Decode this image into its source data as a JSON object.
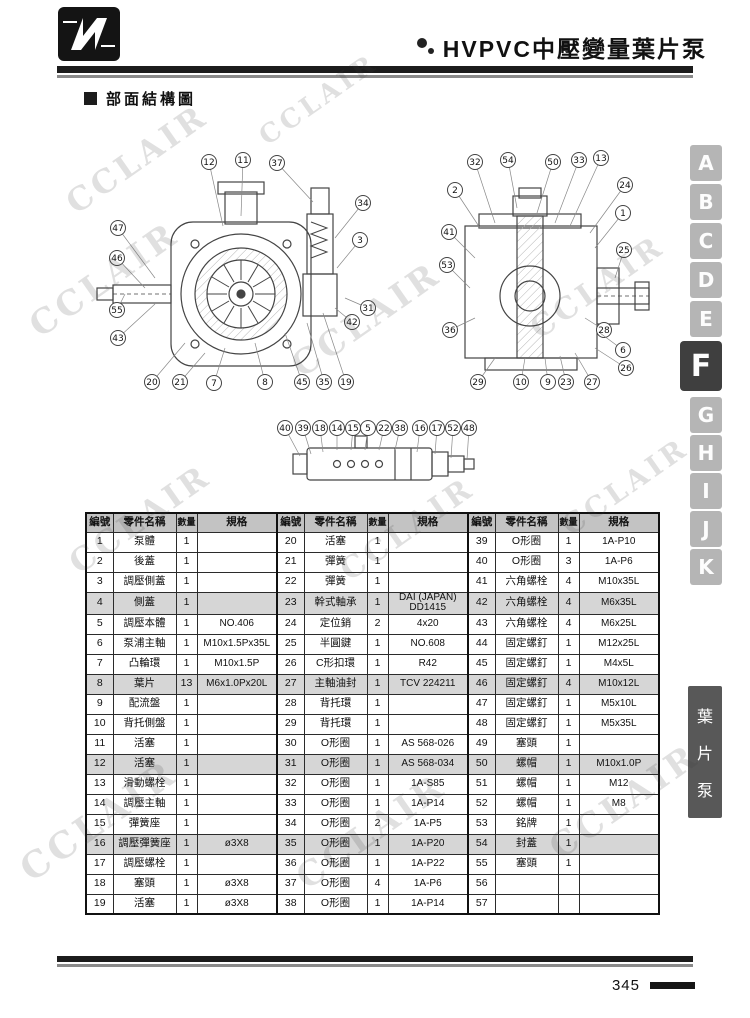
{
  "header": {
    "logo_text": "N",
    "title": "HVPVC中壓變量葉片泵",
    "section_title": "部面結構圖"
  },
  "watermark": {
    "text": "CCLAIR"
  },
  "side_tabs": {
    "letters": [
      "A",
      "B",
      "C",
      "D",
      "E",
      "F",
      "G",
      "H",
      "I",
      "J",
      "K"
    ],
    "active": "F",
    "product_label": "葉片泵"
  },
  "footer": {
    "page_number": "345"
  },
  "diagrams": {
    "front_view_callouts": [
      "12",
      "11",
      "37",
      "34",
      "3",
      "47",
      "46",
      "55",
      "43",
      "42",
      "31",
      "20",
      "21",
      "7",
      "8",
      "45",
      "35",
      "19"
    ],
    "side_view_callouts": [
      "32",
      "54",
      "50",
      "33",
      "13",
      "24",
      "1",
      "25",
      "2",
      "41",
      "53",
      "36",
      "28",
      "6",
      "26",
      "29",
      "10",
      "9",
      "23",
      "27"
    ],
    "valve_callouts": [
      "40",
      "39",
      "18",
      "14",
      "15",
      "5",
      "22",
      "38",
      "16",
      "17",
      "52",
      "48"
    ]
  },
  "table": {
    "headers": [
      "編號",
      "零件名稱",
      "數量",
      "規格"
    ],
    "groups": [
      [
        {
          "no": "1",
          "name": "泵體",
          "qty": "1",
          "spec": ""
        },
        {
          "no": "2",
          "name": "後蓋",
          "qty": "1",
          "spec": ""
        },
        {
          "no": "3",
          "name": "調壓側蓋",
          "qty": "1",
          "spec": ""
        },
        {
          "no": "4",
          "name": "側蓋",
          "qty": "1",
          "spec": ""
        },
        {
          "no": "5",
          "name": "調壓本體",
          "qty": "1",
          "spec": "NO.406"
        },
        {
          "no": "6",
          "name": "泵浦主軸",
          "qty": "1",
          "spec": "M10x1.5Px35L"
        },
        {
          "no": "7",
          "name": "凸輪環",
          "qty": "1",
          "spec": "M10x1.5P"
        },
        {
          "no": "8",
          "name": "葉片",
          "qty": "13",
          "spec": "M6x1.0Px20L"
        },
        {
          "no": "9",
          "name": "配流盤",
          "qty": "1",
          "spec": ""
        },
        {
          "no": "10",
          "name": "背托側盤",
          "qty": "1",
          "spec": ""
        },
        {
          "no": "11",
          "name": "活塞",
          "qty": "1",
          "spec": ""
        },
        {
          "no": "12",
          "name": "活塞",
          "qty": "1",
          "spec": ""
        },
        {
          "no": "13",
          "name": "滑動螺栓",
          "qty": "1",
          "spec": ""
        },
        {
          "no": "14",
          "name": "調壓主軸",
          "qty": "1",
          "spec": ""
        },
        {
          "no": "15",
          "name": "彈簧座",
          "qty": "1",
          "spec": ""
        },
        {
          "no": "16",
          "name": "調壓彈簧座",
          "qty": "1",
          "spec": "ø3X8"
        },
        {
          "no": "17",
          "name": "調壓螺栓",
          "qty": "1",
          "spec": ""
        },
        {
          "no": "18",
          "name": "塞頭",
          "qty": "1",
          "spec": "ø3X8"
        },
        {
          "no": "19",
          "name": "活塞",
          "qty": "1",
          "spec": "ø3X8"
        }
      ],
      [
        {
          "no": "20",
          "name": "活塞",
          "qty": "1",
          "spec": ""
        },
        {
          "no": "21",
          "name": "彈簧",
          "qty": "1",
          "spec": ""
        },
        {
          "no": "22",
          "name": "彈簧",
          "qty": "1",
          "spec": ""
        },
        {
          "no": "23",
          "name": "幹式軸承",
          "qty": "1",
          "spec": "DAI (JAPAN) DD1415"
        },
        {
          "no": "24",
          "name": "定位銷",
          "qty": "2",
          "spec": "4x20"
        },
        {
          "no": "25",
          "name": "半圓鍵",
          "qty": "1",
          "spec": "NO.608"
        },
        {
          "no": "26",
          "name": "C形扣環",
          "qty": "1",
          "spec": "R42"
        },
        {
          "no": "27",
          "name": "主軸油封",
          "qty": "1",
          "spec": "TCV 224211"
        },
        {
          "no": "28",
          "name": "背托環",
          "qty": "1",
          "spec": ""
        },
        {
          "no": "29",
          "name": "背托環",
          "qty": "1",
          "spec": ""
        },
        {
          "no": "30",
          "name": "O形圈",
          "qty": "1",
          "spec": "AS 568-026"
        },
        {
          "no": "31",
          "name": "O形圈",
          "qty": "1",
          "spec": "AS 568-034"
        },
        {
          "no": "32",
          "name": "O形圈",
          "qty": "1",
          "spec": "1A-S85"
        },
        {
          "no": "33",
          "name": "O形圈",
          "qty": "1",
          "spec": "1A-P14"
        },
        {
          "no": "34",
          "name": "O形圈",
          "qty": "2",
          "spec": "1A-P5"
        },
        {
          "no": "35",
          "name": "O形圈",
          "qty": "1",
          "spec": "1A-P20"
        },
        {
          "no": "36",
          "name": "O形圈",
          "qty": "1",
          "spec": "1A-P22"
        },
        {
          "no": "37",
          "name": "O形圈",
          "qty": "4",
          "spec": "1A-P6"
        },
        {
          "no": "38",
          "name": "O形圈",
          "qty": "1",
          "spec": "1A-P14"
        }
      ],
      [
        {
          "no": "39",
          "name": "O形圈",
          "qty": "1",
          "spec": "1A-P10"
        },
        {
          "no": "40",
          "name": "O形圈",
          "qty": "3",
          "spec": "1A-P6"
        },
        {
          "no": "41",
          "name": "六角螺栓",
          "qty": "4",
          "spec": "M10x35L"
        },
        {
          "no": "42",
          "name": "六角螺栓",
          "qty": "4",
          "spec": "M6x35L"
        },
        {
          "no": "43",
          "name": "六角螺栓",
          "qty": "4",
          "spec": "M6x25L"
        },
        {
          "no": "44",
          "name": "固定螺釘",
          "qty": "1",
          "spec": "M12x25L"
        },
        {
          "no": "45",
          "name": "固定螺釘",
          "qty": "1",
          "spec": "M4x5L"
        },
        {
          "no": "46",
          "name": "固定螺釘",
          "qty": "4",
          "spec": "M10x12L"
        },
        {
          "no": "47",
          "name": "固定螺釘",
          "qty": "1",
          "spec": "M5x10L"
        },
        {
          "no": "48",
          "name": "固定螺釘",
          "qty": "1",
          "spec": "M5x35L"
        },
        {
          "no": "49",
          "name": "塞頭",
          "qty": "1",
          "spec": ""
        },
        {
          "no": "50",
          "name": "螺帽",
          "qty": "1",
          "spec": "M10x1.0P"
        },
        {
          "no": "51",
          "name": "螺帽",
          "qty": "1",
          "spec": "M12"
        },
        {
          "no": "52",
          "name": "螺帽",
          "qty": "1",
          "spec": "M8"
        },
        {
          "no": "53",
          "name": "銘牌",
          "qty": "1",
          "spec": ""
        },
        {
          "no": "54",
          "name": "封蓋",
          "qty": "1",
          "spec": ""
        },
        {
          "no": "55",
          "name": "塞頭",
          "qty": "1",
          "spec": ""
        },
        {
          "no": "56",
          "name": "",
          "qty": "",
          "spec": ""
        },
        {
          "no": "57",
          "name": "",
          "qty": "",
          "spec": ""
        }
      ]
    ]
  }
}
